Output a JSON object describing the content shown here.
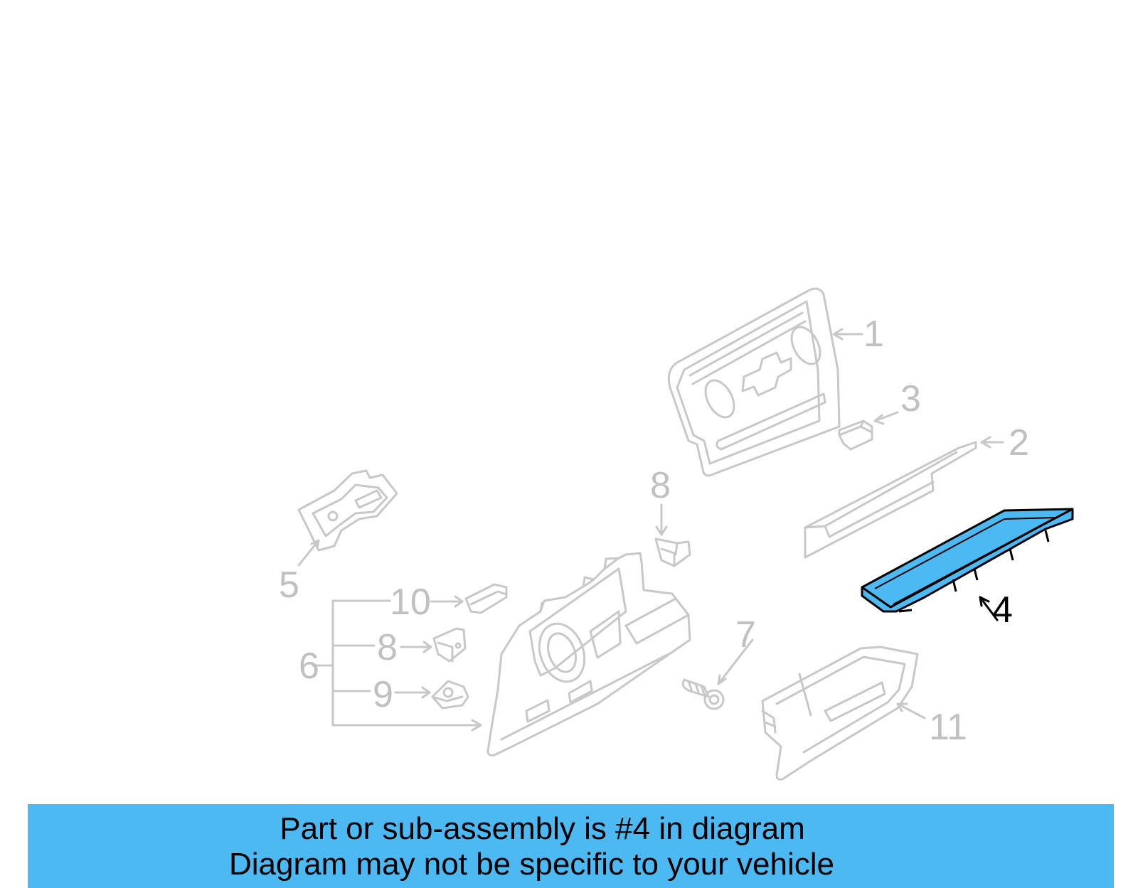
{
  "callouts": [
    {
      "id": "1",
      "label": "1",
      "highlighted": false
    },
    {
      "id": "2",
      "label": "2",
      "highlighted": false
    },
    {
      "id": "3",
      "label": "3",
      "highlighted": false
    },
    {
      "id": "4",
      "label": "4",
      "highlighted": true
    },
    {
      "id": "5",
      "label": "5",
      "highlighted": false
    },
    {
      "id": "6",
      "label": "6",
      "highlighted": false
    },
    {
      "id": "7",
      "label": "7",
      "highlighted": false
    },
    {
      "id": "8a",
      "label": "8",
      "highlighted": false
    },
    {
      "id": "8b",
      "label": "8",
      "highlighted": false
    },
    {
      "id": "9",
      "label": "9",
      "highlighted": false
    },
    {
      "id": "10",
      "label": "10",
      "highlighted": false
    },
    {
      "id": "11",
      "label": "11",
      "highlighted": false
    }
  ],
  "banner": {
    "line1": "Part or sub-assembly is #4 in diagram",
    "line2": "Diagram may not be specific to your vehicle"
  },
  "colors": {
    "highlight_fill": "#4cb9f3",
    "faded_line": "#c8c8c8",
    "banner_bg": "#4cb9f3",
    "text_active": "#000000",
    "text_faded": "#c0c0c0"
  }
}
